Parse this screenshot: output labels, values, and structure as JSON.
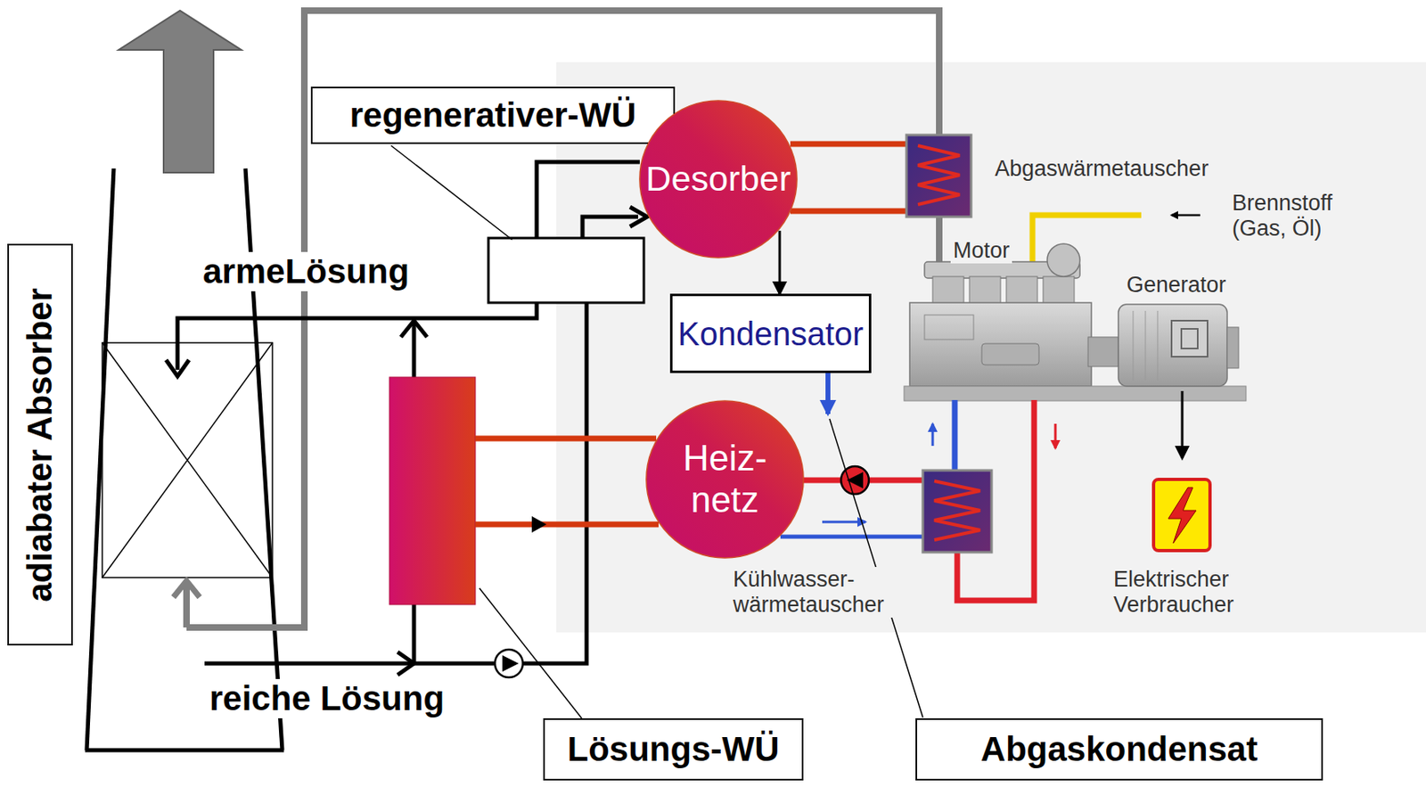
{
  "diagram": {
    "nodes": [
      {
        "text": [
          "regenerativer-WÜ"
        ]
      },
      {
        "text": [
          "Desorber"
        ]
      },
      {
        "text": [
          "adiabater Absorber"
        ]
      },
      {
        "text": [
          "Kondensator"
        ]
      },
      {
        "text": [
          "Heiz- netz"
        ]
      },
      {
        "text": [
          "Lösungs-WÜ"
        ]
      },
      {
        "text": [
          "Abgaskondensat"
        ]
      }
    ],
    "edges": [
      {
        "from": 1,
        "to": 3,
        "arrow": "to"
      }
    ],
    "labels": [
      "armeLösung",
      "reiche Lösung",
      "Abgaswärmetauscher",
      "Brennstoff (Gas, Öl)",
      "Motor",
      "Generator",
      "Kühlwasser- wärmetauscher",
      "Elektrischer Verbraucher"
    ]
  }
}
